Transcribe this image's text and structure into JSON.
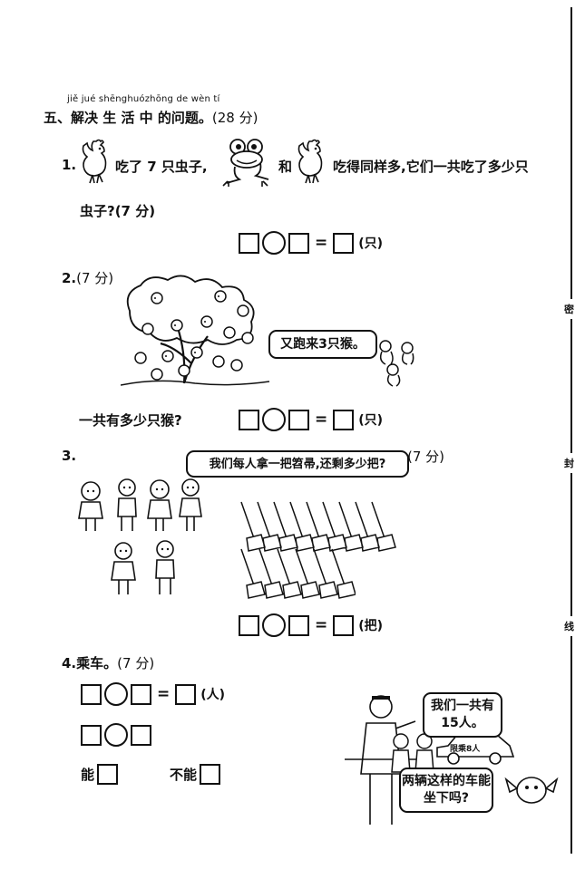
{
  "section": {
    "pinyin": "jiě jué shēnghuózhōng de wèn tí",
    "title": "五、解决 生 活 中 的问题。",
    "score": "(28 分)"
  },
  "q1": {
    "num": "1.",
    "text_a": "吃了 7 只虫子,",
    "text_b": "和",
    "text_c": "吃得同样多,它们一共吃了多少只",
    "line2": "虫子?(7 分)",
    "eq": {
      "op": "=",
      "unit": "(只)"
    },
    "icons": [
      "rooster-icon",
      "frog-icon",
      "rooster-icon"
    ]
  },
  "q2": {
    "num": "2.",
    "score": "(7 分)",
    "bubble": "又跑来3只猴。",
    "question": "一共有多少只猴?",
    "eq": {
      "op": "=",
      "unit": "(只)"
    }
  },
  "q3": {
    "num": "3.",
    "bubble": "我们每人拿一把笤帚,还剩多少把?",
    "score": "(7 分)",
    "eq": {
      "op": "=",
      "unit": "(把)"
    }
  },
  "q4": {
    "num": "4.",
    "title": "乘车。",
    "score": "(7 分)",
    "eq": {
      "op": "=",
      "unit": "(人)"
    },
    "can": "能",
    "cannot": "不能",
    "bubble1": "我们一共有15人。",
    "bubble2": "两辆这样的车能坐下吗?",
    "car_sign": "限乘8人"
  },
  "margin": {
    "c1": "密",
    "c2": "封",
    "c3": "线"
  }
}
